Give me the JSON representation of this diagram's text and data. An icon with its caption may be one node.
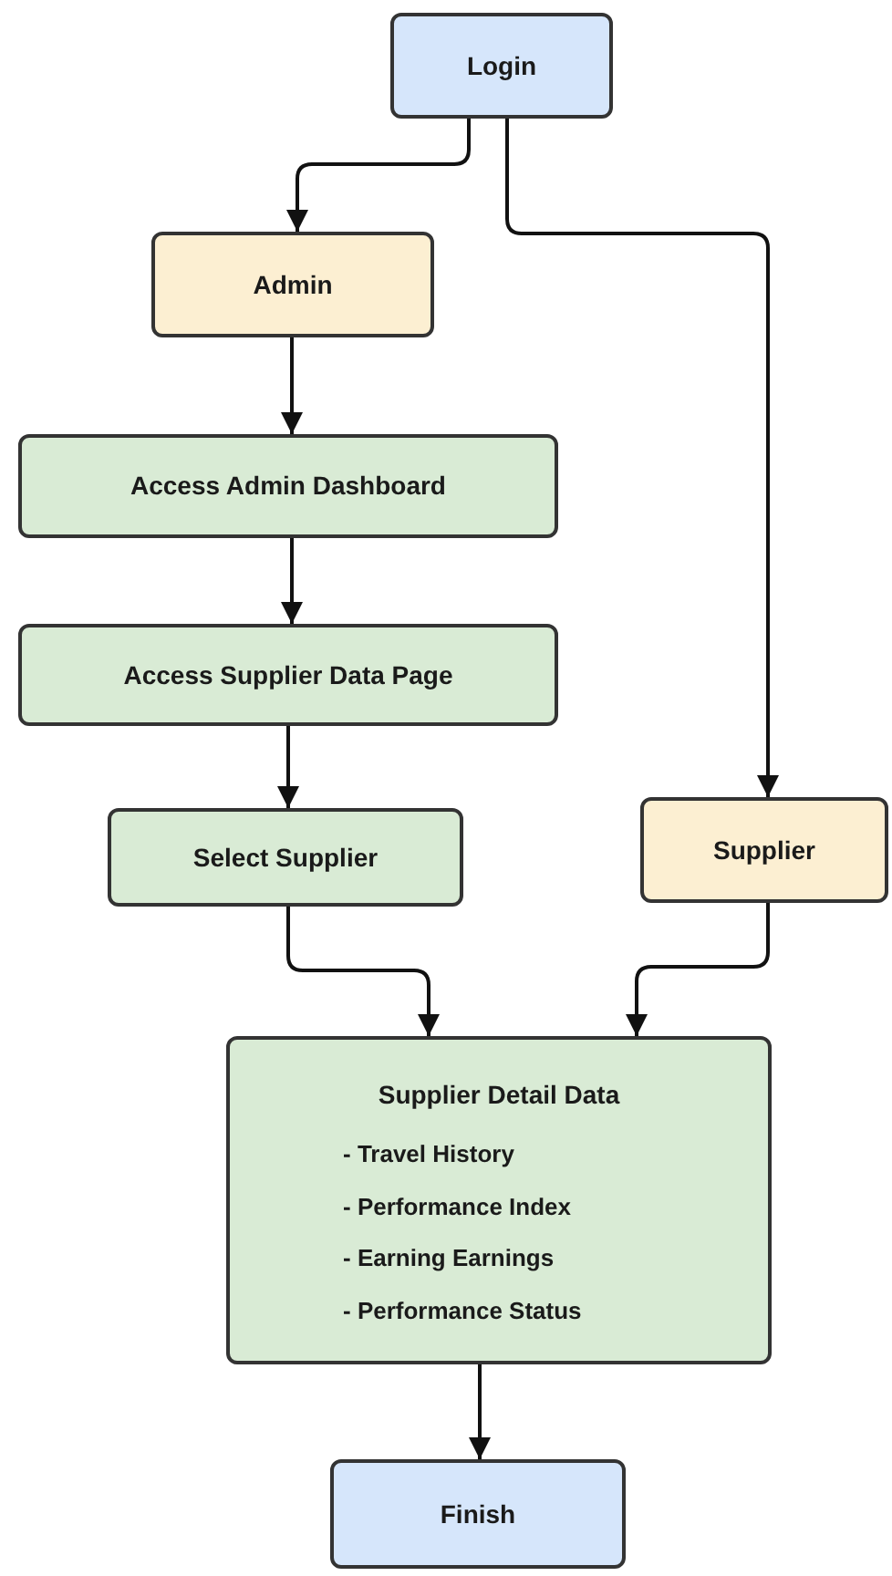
{
  "diagram": {
    "nodes": [
      {
        "text": [
          "Login"
        ]
      },
      {
        "text": [
          "Admin"
        ]
      },
      {
        "text": [
          "Access Admin Dashboard"
        ]
      },
      {
        "text": [
          "Access Supplier Data Page"
        ]
      },
      {
        "text": [
          "Select Supplier"
        ]
      },
      {
        "text": [
          "Supplier"
        ]
      },
      {
        "text": [
          "Supplier Detail Data",
          "- Travel History",
          "- Performance Index",
          "- Earning Earnings",
          "- Performance Status"
        ]
      },
      {
        "text": [
          "Finish"
        ]
      }
    ],
    "edges": [
      {
        "from": 0,
        "to": 1,
        "arrow": "to"
      },
      {
        "from": 0,
        "to": 5,
        "arrow": "to"
      },
      {
        "from": 1,
        "to": 2,
        "arrow": "to"
      },
      {
        "from": 2,
        "to": 3,
        "arrow": "to"
      },
      {
        "from": 3,
        "to": 4,
        "arrow": "to"
      },
      {
        "from": 4,
        "to": 6,
        "arrow": "to"
      },
      {
        "from": 5,
        "to": 6,
        "arrow": "to"
      },
      {
        "from": 6,
        "to": 7,
        "arrow": "to"
      }
    ]
  }
}
